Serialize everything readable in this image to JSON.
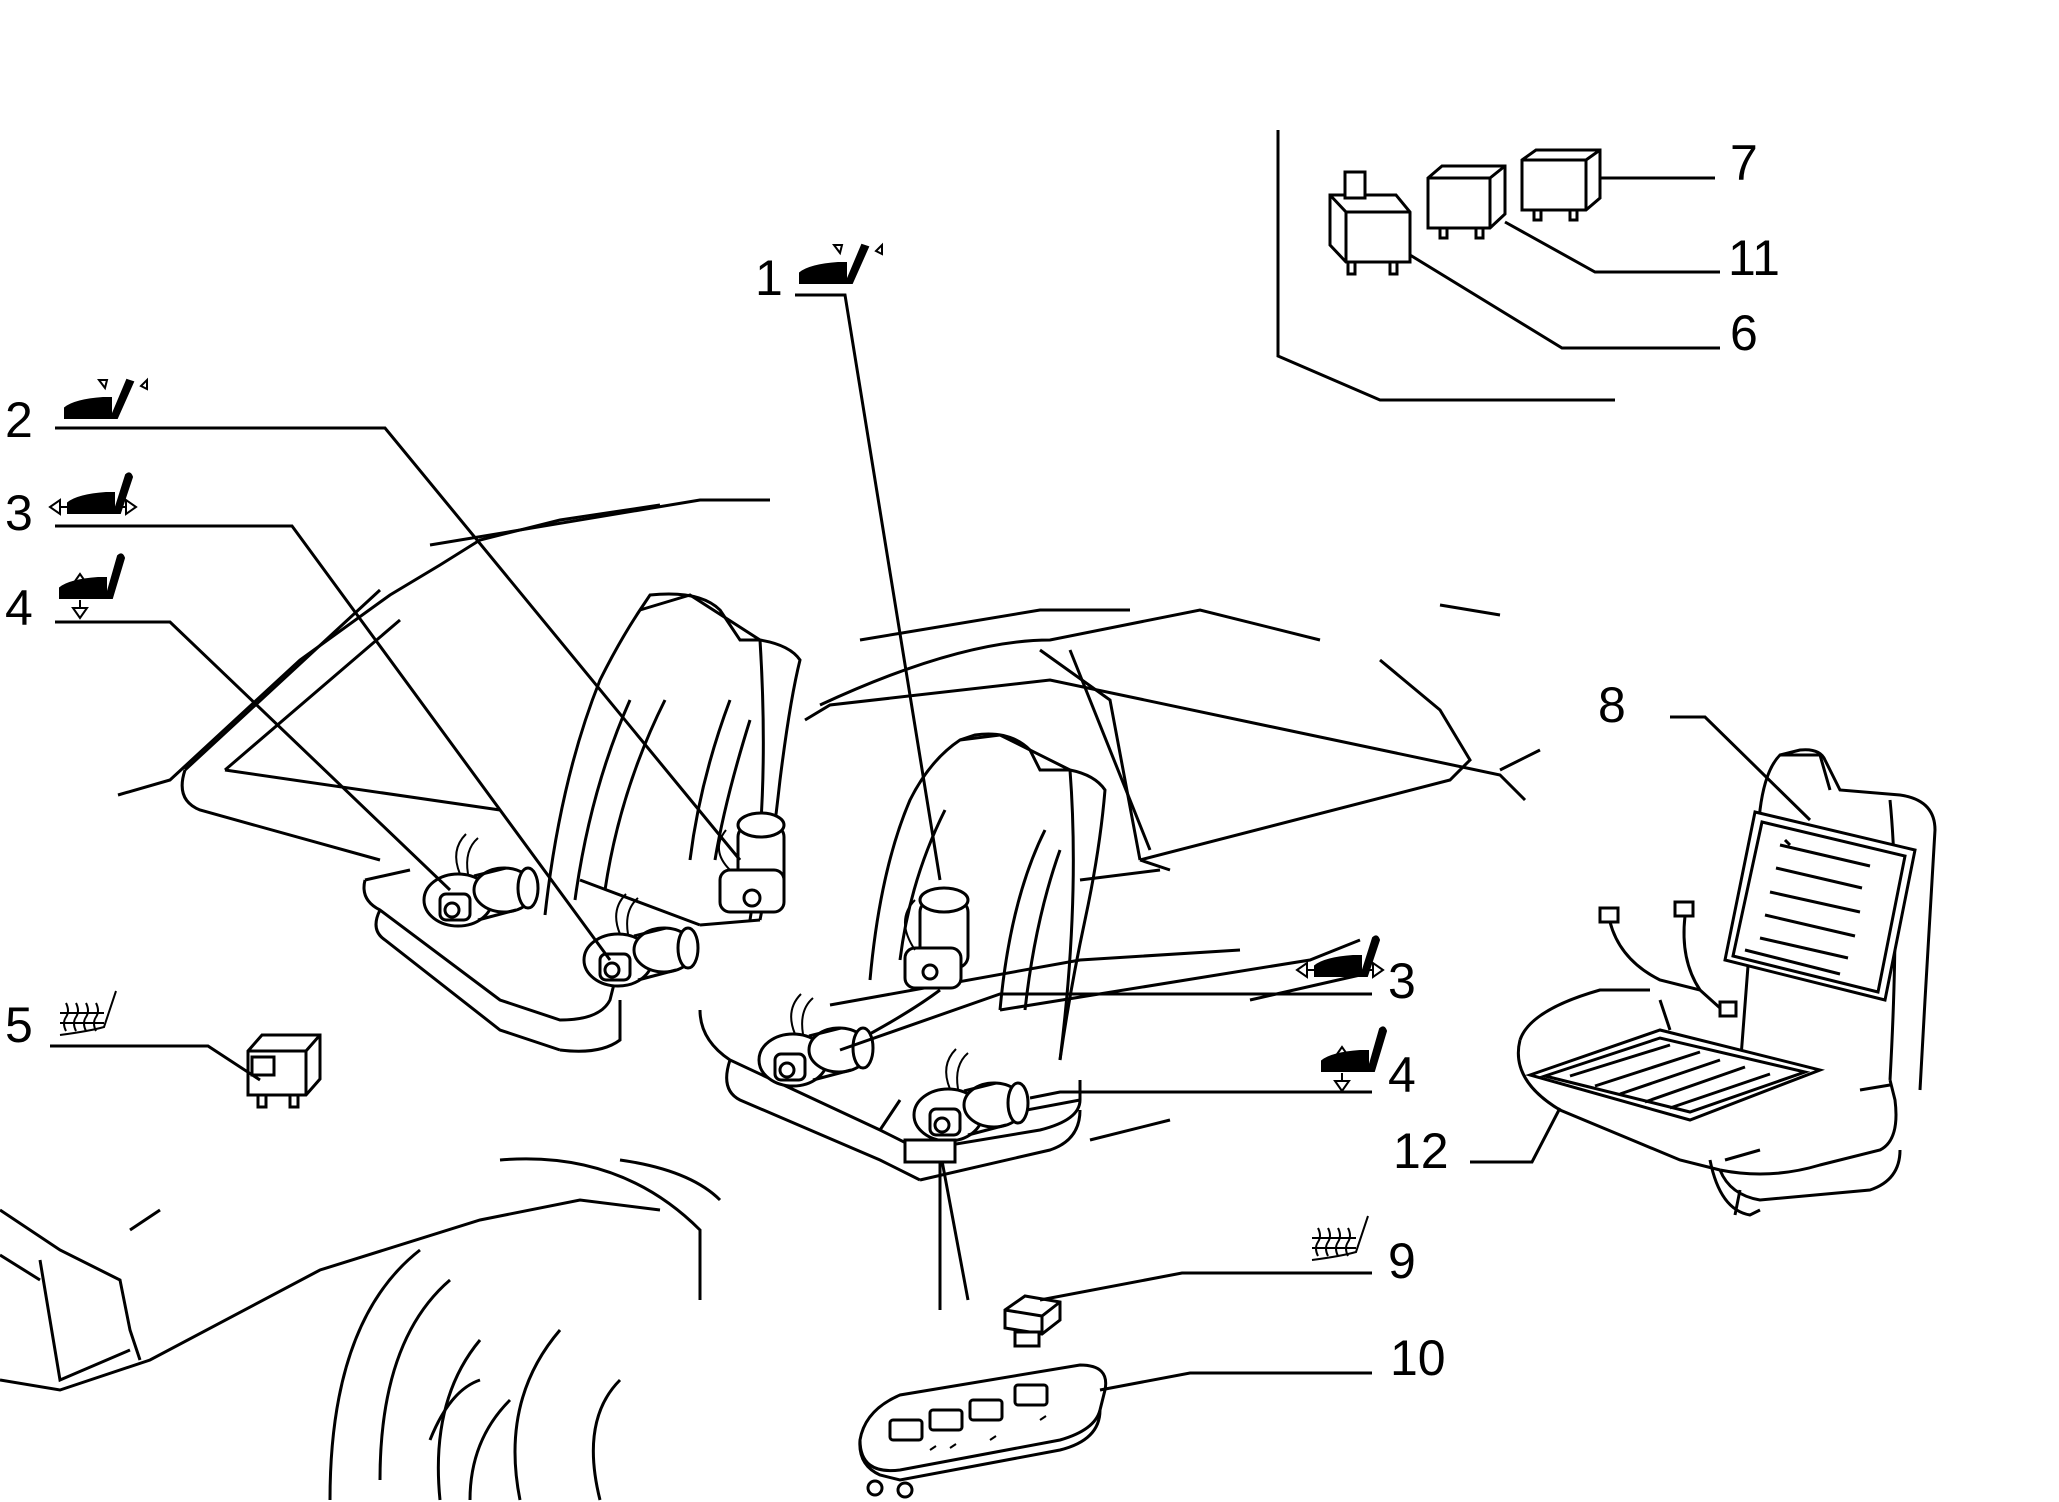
{
  "callouts": [
    {
      "id": "c1",
      "number": "1",
      "symbol": "backrest-tilt-icon"
    },
    {
      "id": "c2",
      "number": "2",
      "symbol": "backrest-tilt-icon"
    },
    {
      "id": "c3a",
      "number": "3",
      "symbol": "seat-slide-icon"
    },
    {
      "id": "c4a",
      "number": "4",
      "symbol": "seat-height-icon"
    },
    {
      "id": "c5",
      "number": "5",
      "symbol": "seat-heater-icon"
    },
    {
      "id": "c7",
      "number": "7",
      "symbol": ""
    },
    {
      "id": "c11",
      "number": "11",
      "symbol": ""
    },
    {
      "id": "c6",
      "number": "6",
      "symbol": ""
    },
    {
      "id": "c8",
      "number": "8",
      "symbol": ""
    },
    {
      "id": "c3b",
      "number": "3",
      "symbol": "seat-slide-icon"
    },
    {
      "id": "c4b",
      "number": "4",
      "symbol": "seat-height-icon"
    },
    {
      "id": "c12",
      "number": "12",
      "symbol": ""
    },
    {
      "id": "c9",
      "number": "9",
      "symbol": "seat-heater-icon"
    },
    {
      "id": "c10",
      "number": "10",
      "symbol": ""
    }
  ],
  "colors": {
    "ink": "#000000",
    "paper": "#ffffff"
  }
}
